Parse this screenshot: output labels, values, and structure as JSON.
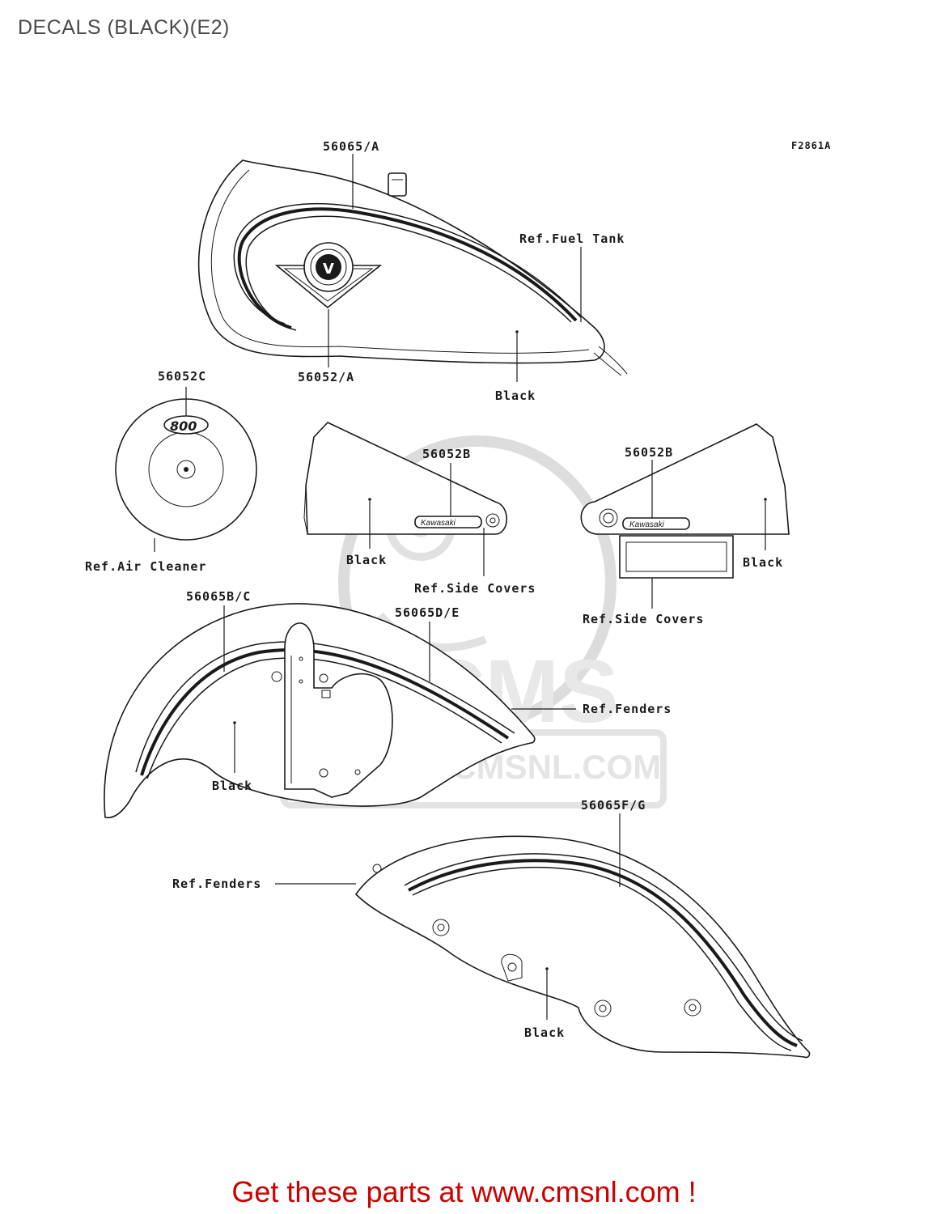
{
  "title": "DECALS (BLACK)(E2)",
  "figure_code": "F2861A",
  "labels": {
    "p56065A": "56065/A",
    "refFuelTank": "Ref.Fuel Tank",
    "p56052A": "56052/A",
    "blackTank": "Black",
    "p56052C": "56052C",
    "refAirCleaner": "Ref.Air Cleaner",
    "p56052B_left": "56052B",
    "blackLeftCover": "Black",
    "refSideCoversLeft": "Ref.Side Covers",
    "p56052B_right": "56052B",
    "blackRightCover": "Black",
    "refSideCoversRight": "Ref.Side Covers",
    "p56065BC": "56065B/C",
    "p56065DE": "56065D/E",
    "refFendersFront": "Ref.Fenders",
    "blackFrontFender": "Black",
    "p56065FG": "56065F/G",
    "refFendersRear": "Ref.Fenders",
    "blackRearFender": "Black"
  },
  "decal_text": {
    "air_cleaner_badge": "800",
    "side_cover_badge": "Kawasaki"
  },
  "watermark": {
    "logo": "CMS",
    "url": "WWW.CMSNL.COM"
  },
  "footer": "Get these parts at www.cmsnl.com !",
  "colors": {
    "title": "#4a4a4a",
    "lines": "#1a1a1a",
    "watermark": "#d9d9d9",
    "footer": "#cc0000"
  }
}
